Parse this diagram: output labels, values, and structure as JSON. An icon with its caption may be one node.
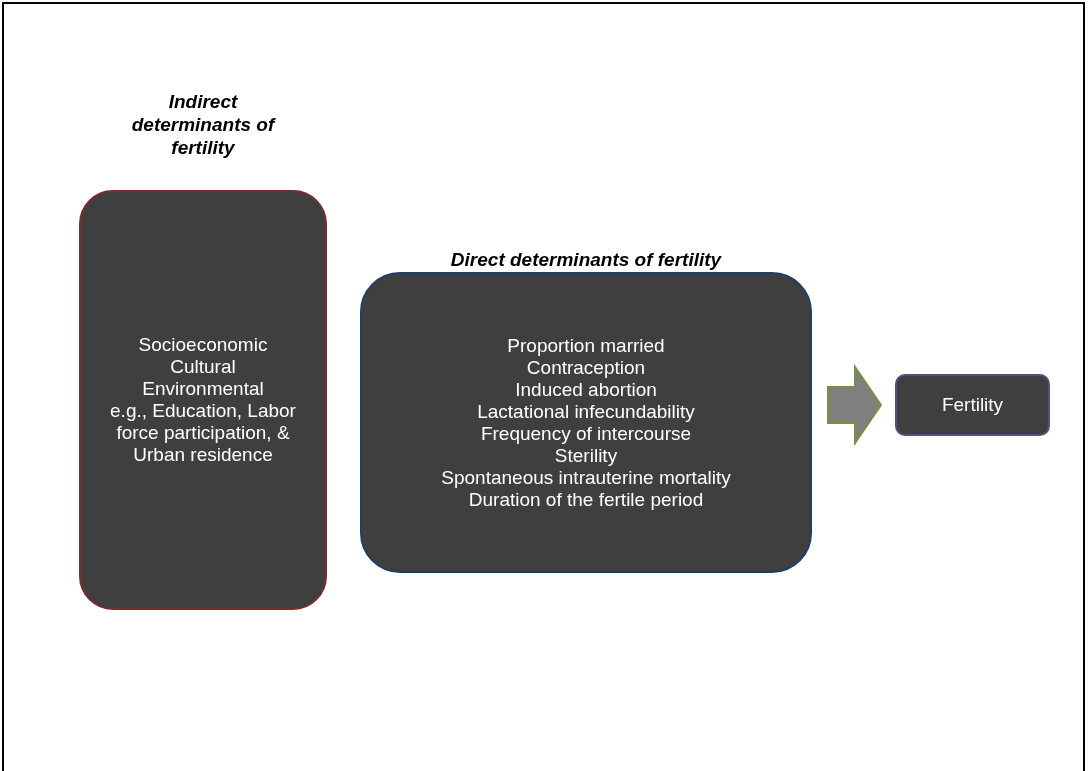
{
  "diagram": {
    "nodes": [
      {
        "text": [
          "Indirect determinants of fertility",
          "Socioeconomic",
          "Cultural",
          "Environmental",
          "e.g., Education, Labor force participation, & Urban residence"
        ]
      },
      {
        "text": [
          "Direct determinants of fertility",
          "Proportion married",
          "Contraception",
          "Induced abortion",
          "Lactational infecundability",
          "Frequency of intercourse",
          "Sterility",
          "Spontaneous intrauterine mortality",
          "Duration of the fertile period"
        ]
      },
      {
        "text": [
          "Fertility"
        ]
      }
    ],
    "edges": [
      {
        "from": 1,
        "to": 2,
        "arrow": "to",
        "color": "#76923c"
      }
    ]
  }
}
